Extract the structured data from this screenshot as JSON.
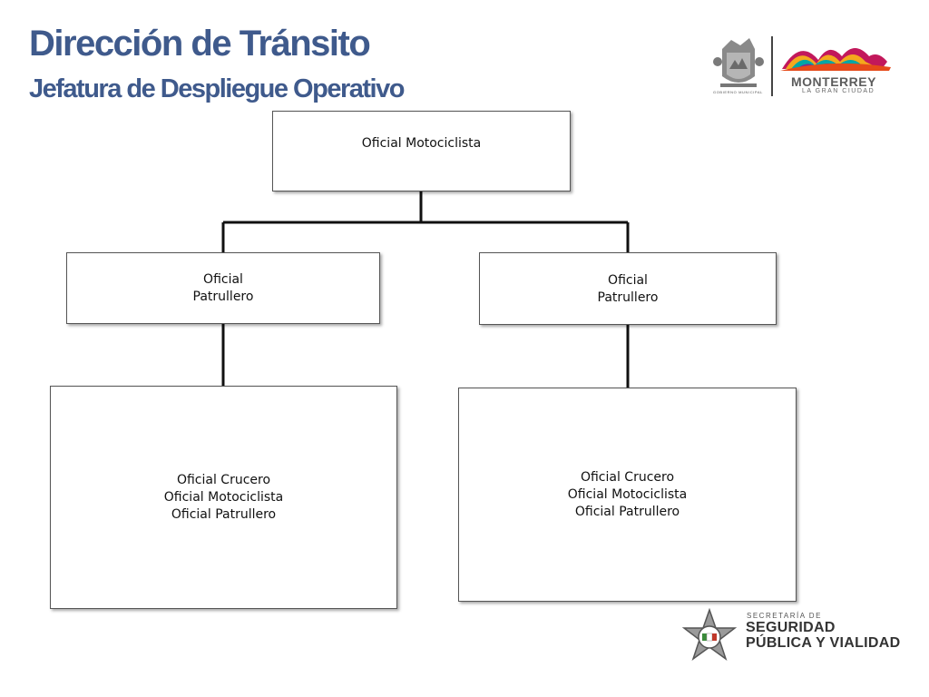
{
  "header": {
    "title": "Dirección de Tránsito",
    "subtitle": "Jefatura de Despliegue Operativo"
  },
  "org_chart": {
    "top": {
      "lines": [
        "Oficial Motociclista"
      ]
    },
    "mid_left": {
      "lines": [
        "Oficial",
        "Patrullero"
      ]
    },
    "mid_right": {
      "lines": [
        "Oficial",
        "Patrullero"
      ]
    },
    "bottom_left": {
      "lines": [
        "Oficial Crucero",
        "Oficial Motociclista",
        "Oficial Patrullero"
      ]
    },
    "bottom_right": {
      "lines": [
        "Oficial Crucero",
        "Oficial Motociclista",
        "Oficial Patrullero"
      ]
    }
  },
  "logos": {
    "city": {
      "name": "MONTERREY",
      "tagline": "LA GRAN CIUDAD",
      "gov_label": "GOBIERNO MUNICIPAL",
      "icon": "city-coat-of-arms-icon"
    },
    "secretariat": {
      "prefix": "SECRETARÍA DE",
      "line1": "SEGURIDAD",
      "line2": "PÚBLICA Y VIALIDAD",
      "icon": "police-star-badge-icon"
    }
  },
  "colors": {
    "title": "#3f5a8c",
    "connector": "#111111",
    "box_border": "#555555"
  }
}
